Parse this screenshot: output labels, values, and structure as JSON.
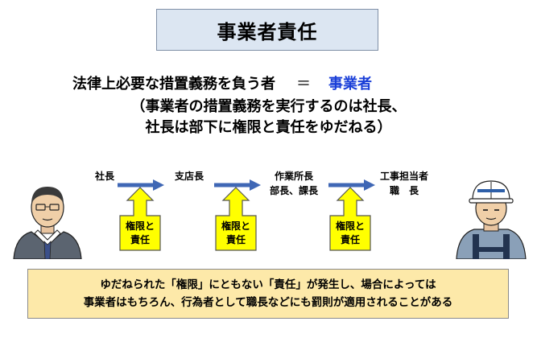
{
  "title": "事業者責任",
  "definition": {
    "line1_subject": "法律上必要な措置義務を負う者",
    "line1_equals": "＝",
    "line1_term": "事業者",
    "line2": "（事業者の措置義務を実行するのは社長、",
    "line3": "社長は部下に権限と責任をゆだねる）"
  },
  "hierarchy": {
    "roles": [
      {
        "line1": "社長",
        "line2": ""
      },
      {
        "line1": "支店長",
        "line2": ""
      },
      {
        "line1": "作業所長",
        "line2": "部長、課長"
      },
      {
        "line1": "工事担当者",
        "line2": "職　長"
      }
    ],
    "delegation_label_line1": "権限と",
    "delegation_label_line2": "責任"
  },
  "note": {
    "line1": "ゆだねられた「権限」にともない「責任」が発生し、場合によっては",
    "line2": "事業者はもちろん、行為者として職長などにも罰則が適用されることがある"
  },
  "colors": {
    "title_bg": "#dce6f2",
    "term": "#1a3fd8",
    "arrow": "#3f67b5",
    "callout_fill": "#ffff00",
    "note_bg": "#fde9a9"
  }
}
